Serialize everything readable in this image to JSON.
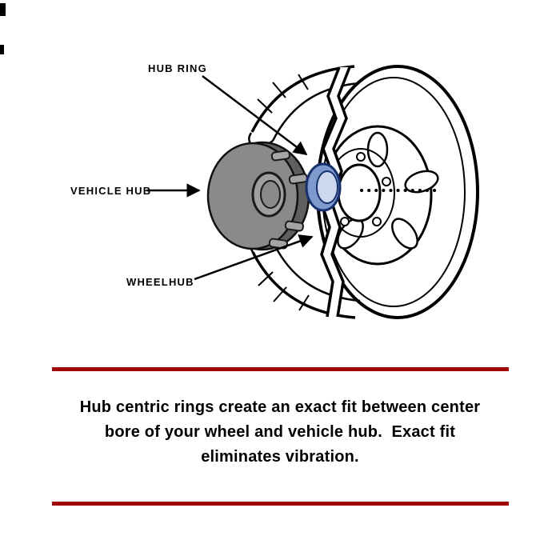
{
  "diagram": {
    "labels": {
      "hub_ring": "HUB RING",
      "vehicle_hub": "VEHICLE HUB",
      "wheelhub": "WHEELHUB"
    },
    "colors": {
      "hub_ring_fill": "#7e99cc",
      "hub_ring_inner": "#cdd8ee",
      "hub_ring_stroke": "#17306b",
      "vehicle_hub_fill": "#8a8a8a",
      "vehicle_hub_edge": "#5f5f5f",
      "outline": "#000000"
    }
  },
  "caption": {
    "lines": [
      "Hub centric rings create an exact fit between center",
      "bore of your wheel and vehicle hub.  Exact fit",
      "eliminates vibration."
    ],
    "divider_color": "#a00808"
  }
}
